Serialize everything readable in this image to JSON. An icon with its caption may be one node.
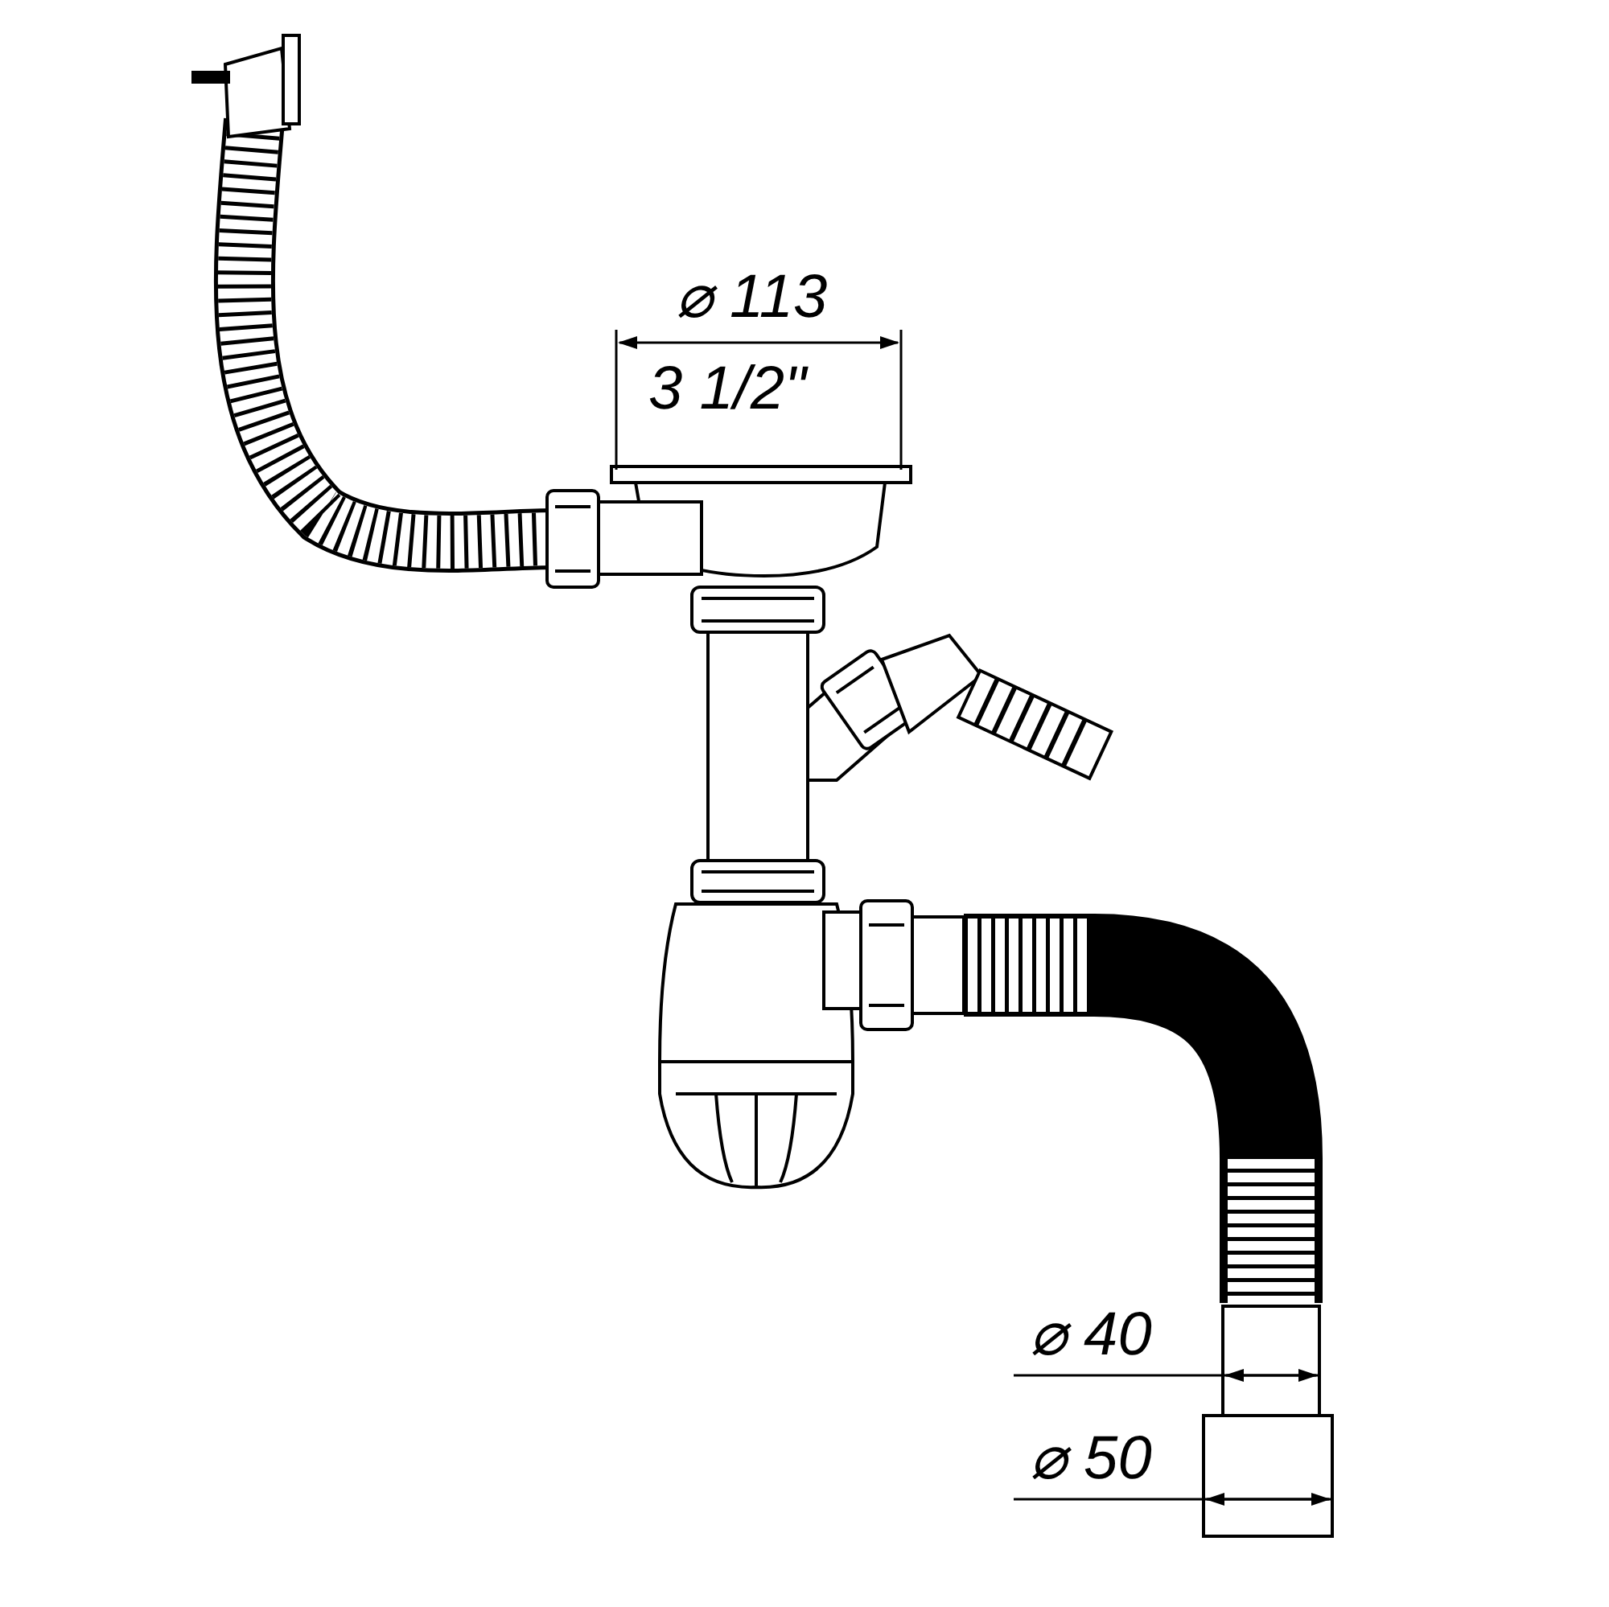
{
  "diagram": {
    "labels": [
      "⌀ 113",
      "3 1/2\"",
      "⌀ 40",
      "⌀ 50"
    ]
  }
}
